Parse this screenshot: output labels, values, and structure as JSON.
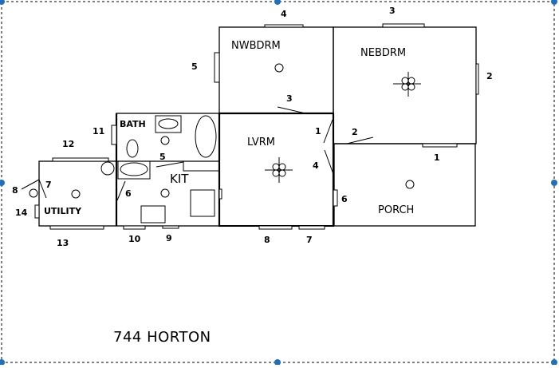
{
  "drawing": {
    "title": "744 HORTON",
    "selection_handle_color": "#1f6fbf",
    "line_color": "#000000"
  },
  "rooms": [
    {
      "id": "nwbdrm",
      "label": "NWBDRM"
    },
    {
      "id": "nebdrm",
      "label": "NEBDRM"
    },
    {
      "id": "bath",
      "label": "BATH"
    },
    {
      "id": "kit",
      "label": "KIT"
    },
    {
      "id": "lvrm",
      "label": "LVRM"
    },
    {
      "id": "porch",
      "label": "PORCH"
    },
    {
      "id": "utility",
      "label": "UTILITY"
    }
  ],
  "markers": {
    "nwbdrm_top_window": "4",
    "nwbdrm_left_window": "5",
    "nwbdrm_door": "3",
    "nebdrm_top_window": "3",
    "nebdrm_right_window": "2",
    "nebdrm_door": "2",
    "porch_window": "1",
    "lvrm_door_top": "1",
    "lvrm_door_bottom": "4",
    "lvrm_right_window": "6",
    "lvrm_bottom_window_left": "8",
    "lvrm_bottom_window_right": "7",
    "bath_left_window": "11",
    "kit_door_top": "5",
    "kit_door_left": "6",
    "kit_bottom_window_left": "10",
    "kit_bottom_window_right": "9",
    "utility_top_window": "12",
    "utility_bottom_window": "13",
    "utility_left_window": "14",
    "utility_door_outer": "8",
    "utility_door_inner": "7"
  }
}
